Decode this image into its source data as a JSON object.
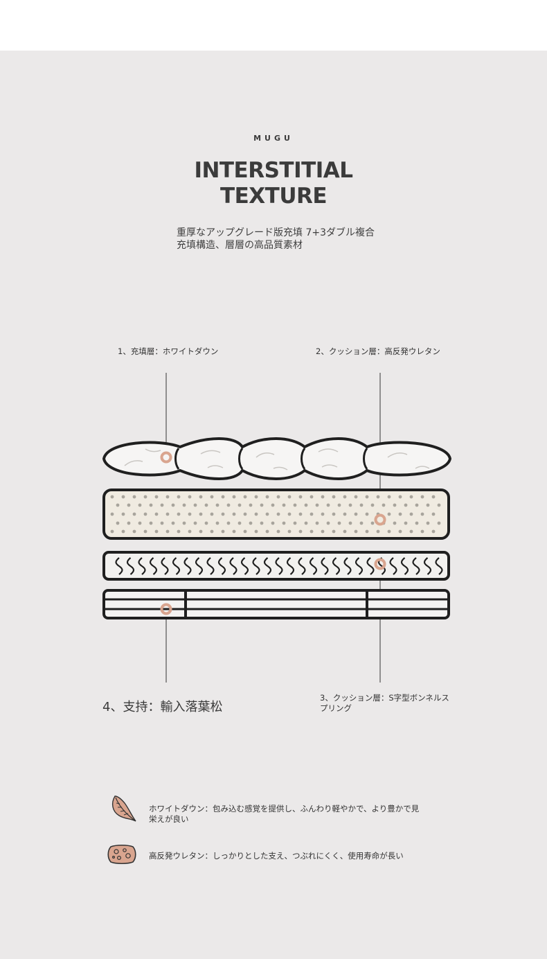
{
  "brand": "MUGU",
  "title_line1": "INTERSTITIAL",
  "title_line2": "TEXTURE",
  "subtitle": "重厚なアップグレード版充填 7+3ダブル複合充填構造、層層の高品質素材",
  "labels": {
    "layer1": "1、充填層：ホワイトダウン",
    "layer2": "2、クッション層：高反発ウレタン",
    "layer3": "3、クッション層：S字型ボンネルスプリング",
    "layer4": "4、支持：輸入落葉松"
  },
  "legend": [
    {
      "icon": "feather-icon",
      "text": "ホワイトダウン：包み込む感覚を提供し、ふんわり軽やかで、より豊かで見栄えが良い"
    },
    {
      "icon": "sponge-icon",
      "text": "高反発ウレタン：しっかりとした支え、つぶれにくく、使用寿命が長い"
    }
  ],
  "colors": {
    "background": "#ebe9e9",
    "outline": "#1f1f1f",
    "marker": "#d9a58f",
    "foam_fill": "#f0ebe1",
    "foam_dots": "#a8a49c"
  }
}
